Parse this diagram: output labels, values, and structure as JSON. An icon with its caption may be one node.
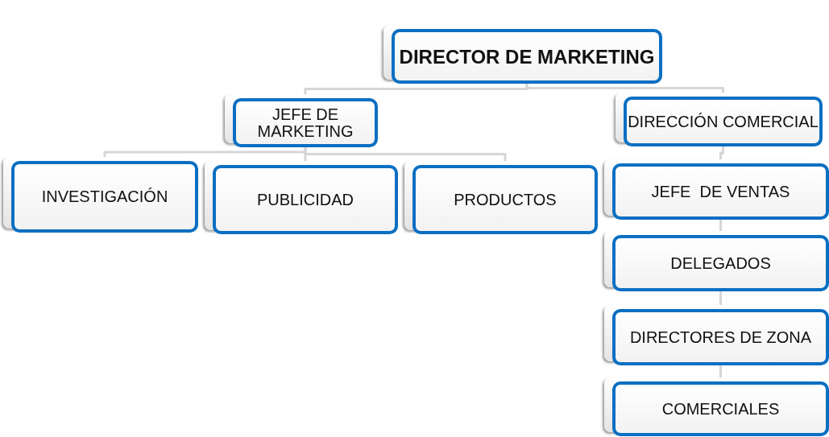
{
  "diagram": {
    "nodes": [
      {
        "text": [
          "DIRECTOR DE MARKETING"
        ]
      },
      {
        "text": [
          "JEFE DE MARKETING"
        ]
      },
      {
        "text": [
          "DIRECCIÓN COMERCIAL"
        ]
      },
      {
        "text": [
          "INVESTIGACIÓN"
        ]
      },
      {
        "text": [
          "PUBLICIDAD"
        ]
      },
      {
        "text": [
          "PRODUCTOS"
        ]
      },
      {
        "text": [
          "JEFE  DE VENTAS"
        ]
      },
      {
        "text": [
          "DELEGADOS"
        ]
      },
      {
        "text": [
          "DIRECTORES DE ZONA"
        ]
      },
      {
        "text": [
          "COMERCIALES"
        ]
      }
    ],
    "edges": [
      {
        "from": 0,
        "to": 1,
        "arrow": "none"
      },
      {
        "from": 0,
        "to": 2,
        "arrow": "none"
      },
      {
        "from": 1,
        "to": 3,
        "arrow": "none"
      },
      {
        "from": 1,
        "to": 4,
        "arrow": "none"
      },
      {
        "from": 1,
        "to": 5,
        "arrow": "none"
      },
      {
        "from": 2,
        "to": 6,
        "arrow": "none"
      },
      {
        "from": 6,
        "to": 7,
        "arrow": "none"
      },
      {
        "from": 7,
        "to": 8,
        "arrow": "none"
      },
      {
        "from": 8,
        "to": 9,
        "arrow": "none"
      }
    ]
  }
}
